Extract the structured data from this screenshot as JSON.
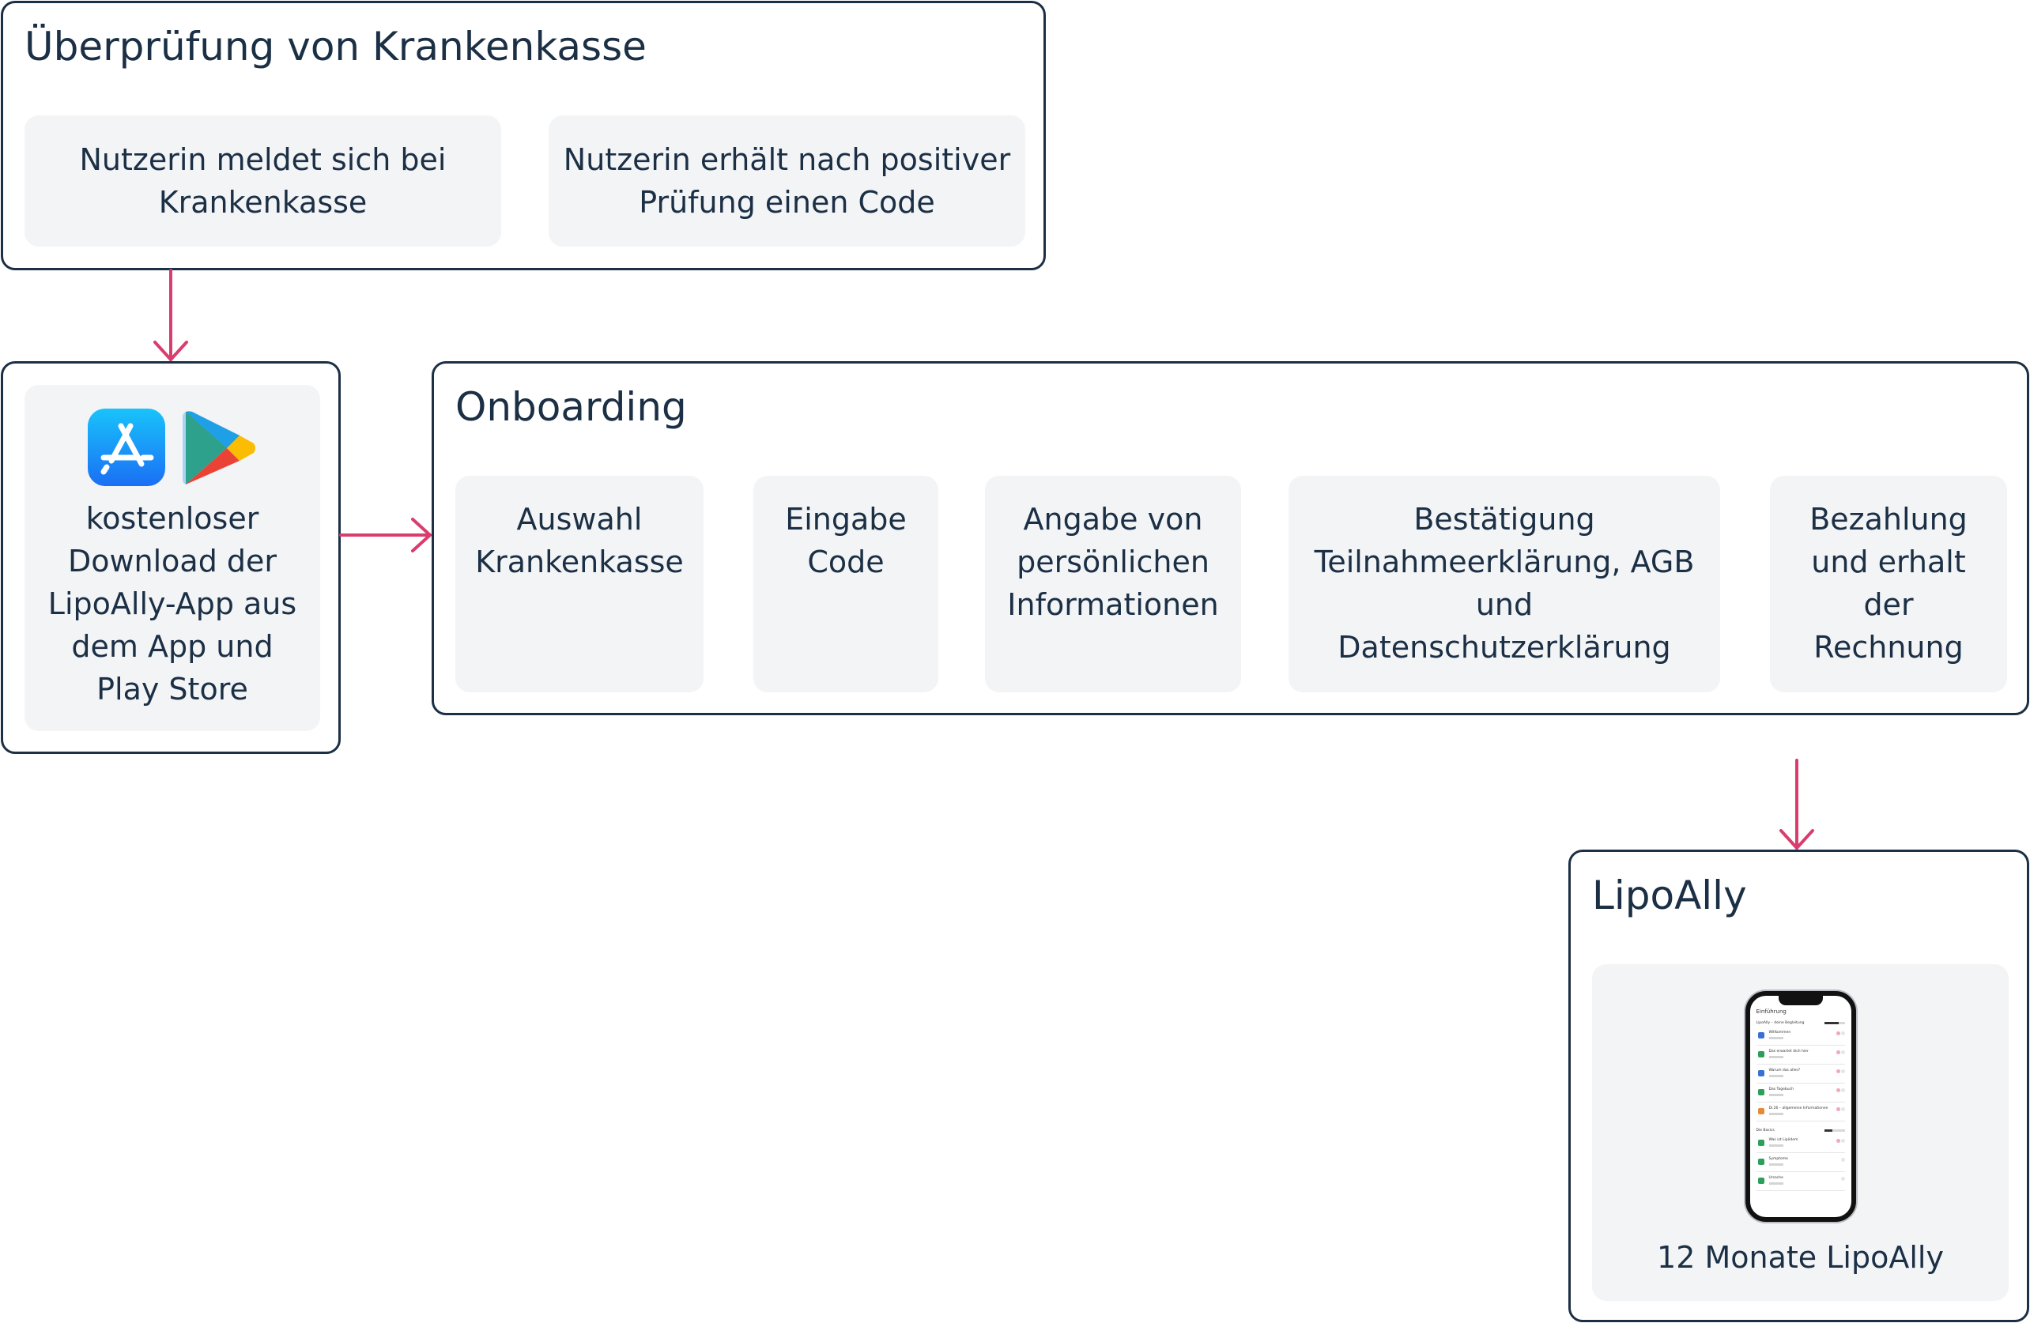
{
  "colors": {
    "border": "#1b2f45",
    "step_background": "#f3f4f6",
    "arrow": "#d93d6d",
    "text": "#1b2f45"
  },
  "groups": {
    "verification": {
      "title": "Überprüfung von Krankenkasse",
      "steps": [
        "Nutzerin meldet sich bei Krankenkasse",
        "Nutzerin erhält nach positiver Prüfung einen Code"
      ]
    },
    "download": {
      "icons": [
        "app-store-icon",
        "google-play-icon"
      ],
      "label": "kostenloser Download der LipoAlly-App aus dem App und Play Store"
    },
    "onboarding": {
      "title": "Onboarding",
      "steps": [
        "Auswahl Krankenkasse",
        "Eingabe Code",
        "Angabe von persönlichen Informationen",
        "Bestätigung Teilnahmeerklärung, AGB und Datenschutzerklärung",
        "Bezahlung und erhalt der Rechnung"
      ]
    },
    "lipoally": {
      "title": "LipoAlly",
      "icon": "phone-app-screenshot",
      "label": "12 Monate LipoAlly"
    }
  },
  "phone_screen": {
    "title": "Einführung",
    "sections": [
      {
        "label": "LipoAlly – deine Begleitung",
        "items": [
          "Willkommen",
          "Das erwartet dich hier",
          "Warum das alles?",
          "Das Tagebuch",
          "Di.26 – allgemeine Informationen"
        ]
      },
      {
        "label": "Die Basics",
        "items": [
          "Was ist Lipödem",
          "Symptome",
          "Ursache"
        ]
      }
    ]
  },
  "flow": [
    "verification → download",
    "download → onboarding",
    "onboarding → lipoally"
  ]
}
